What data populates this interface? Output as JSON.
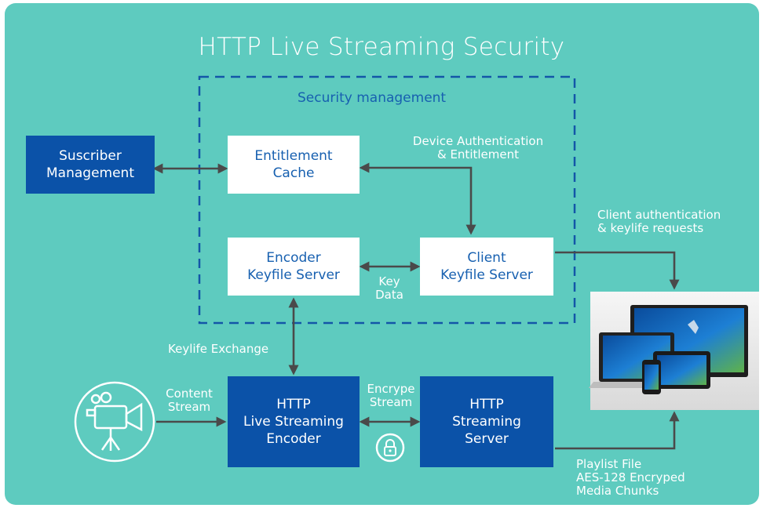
{
  "title": "HTTP Live Streaming Security",
  "security_group": {
    "label": "Security management"
  },
  "boxes": {
    "subscriber": [
      "Suscriber",
      "Management"
    ],
    "entitlement": [
      "Entitlement",
      "Cache"
    ],
    "encoder_keyfile": [
      "Encoder",
      "Keyfile Server"
    ],
    "client_keyfile": [
      "Client",
      "Keyfile Server"
    ],
    "encoder": [
      "HTTP",
      "Live Streaming",
      "Encoder"
    ],
    "streaming_server": [
      "HTTP",
      "Streaming",
      "Server"
    ]
  },
  "labels": {
    "device_auth": [
      "Device Authentication",
      "& Entitlement"
    ],
    "client_auth": [
      "Client authentication",
      "& keylife requests"
    ],
    "key_data": [
      "Key",
      "Data"
    ],
    "keylife_exchange": "Keylife Exchange",
    "content_stream": [
      "Content",
      "Stream"
    ],
    "encrypted_stream": [
      "Encrype",
      "Stream"
    ],
    "playlist": [
      "Playlist File",
      "AES-128 Encryped",
      "Media Chunks"
    ]
  },
  "icons": {
    "camera": "video-camera-icon",
    "lock": "lock-icon",
    "devices": "devices-image"
  },
  "colors": {
    "background": "#5ecbbf",
    "dark_box": "#0b52a8",
    "light_text": "#1760b0",
    "arrow": "#4a4a4a"
  }
}
